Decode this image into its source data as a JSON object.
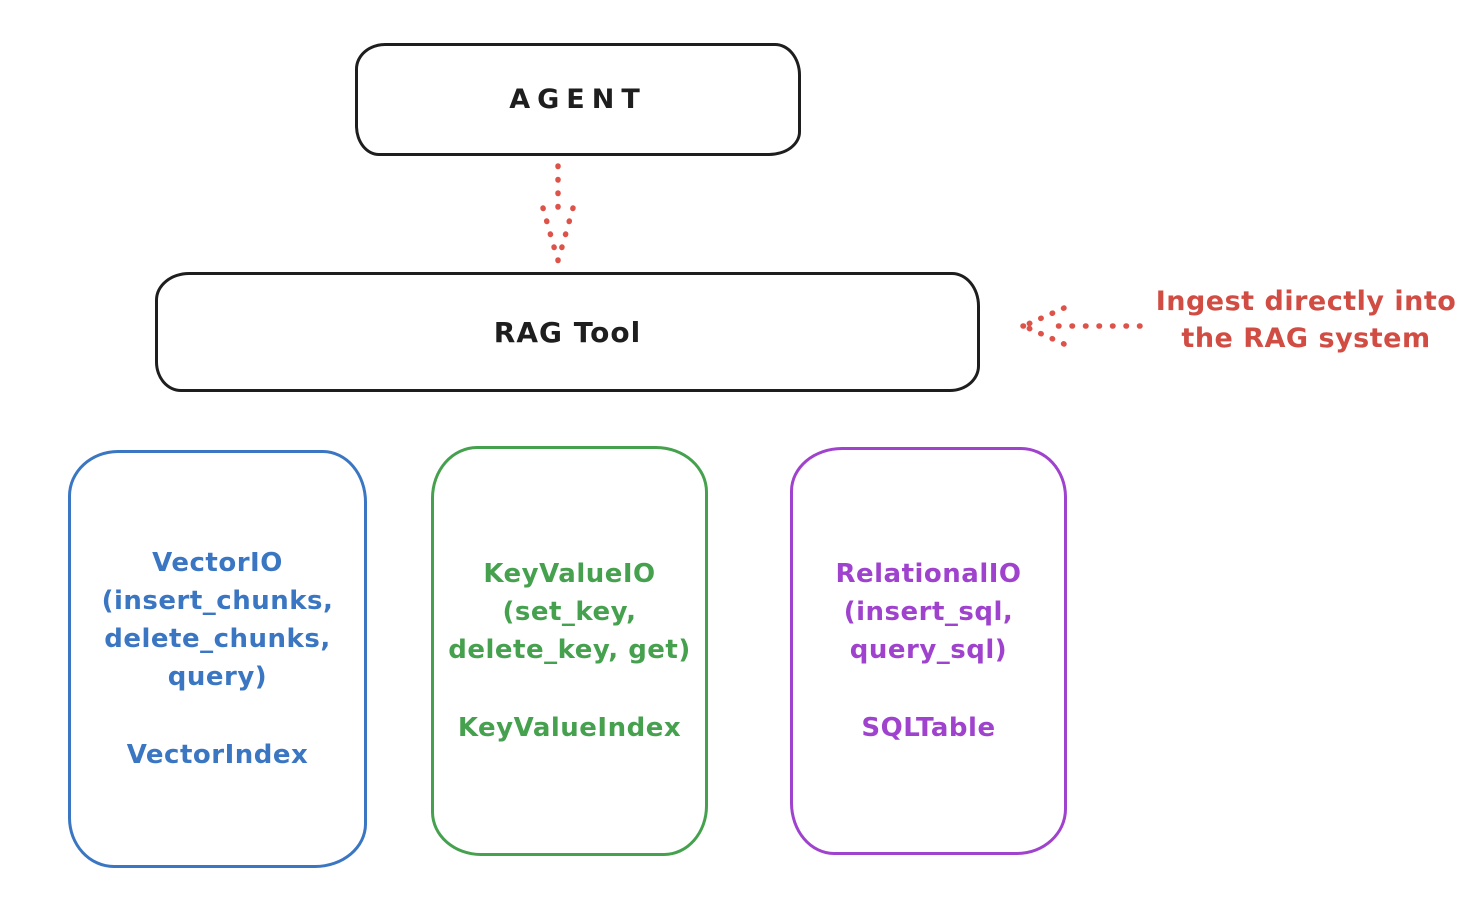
{
  "diagram": {
    "agent": {
      "label": "AGENT"
    },
    "rag_tool": {
      "label": "RAG Tool"
    },
    "annotation": {
      "text_line1": "Ingest directly into",
      "text_line2": "the RAG system"
    },
    "backends": [
      {
        "lines": [
          "VectorIO",
          "(insert_chunks,",
          "delete_chunks,",
          "query)"
        ],
        "index_label": "VectorIndex",
        "color": "#3a76c2"
      },
      {
        "lines": [
          "KeyValueIO",
          "(set_key,",
          "delete_key, get)"
        ],
        "index_label": "KeyValueIndex",
        "color": "#46a14e"
      },
      {
        "lines": [
          "RelationalIO",
          "(insert_sql,",
          "query_sql)"
        ],
        "index_label": "SQLTable",
        "color": "#9f42cd"
      }
    ],
    "colors": {
      "ink": "#1e1e1e",
      "accent_red": "#d14c43",
      "background": "#ffffff"
    }
  }
}
